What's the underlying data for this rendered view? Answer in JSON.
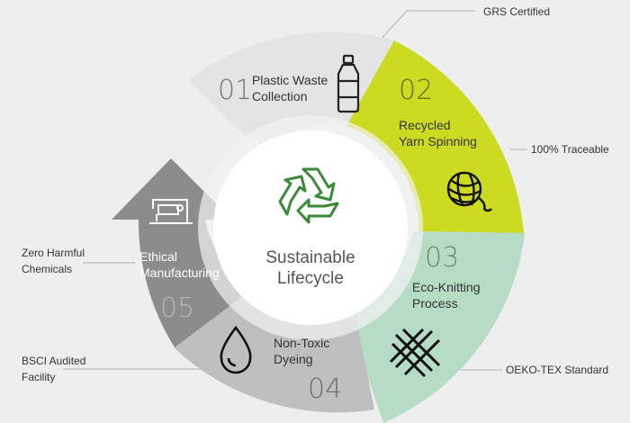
{
  "center": {
    "title_line1": "Sustainable",
    "title_line2": "Lifecycle",
    "icon": "recycle-icon"
  },
  "stages": [
    {
      "num": "01",
      "line1": "Plastic Waste",
      "line2": "Collection",
      "icon": "plastic-bottle-icon",
      "color": "#e4e4e4",
      "callout": "GRS Certified"
    },
    {
      "num": "02",
      "line1": "Recycled",
      "line2": "Yarn Spinning",
      "icon": "yarn-ball-icon",
      "color": "#ccda22",
      "callout": "100% Traceable"
    },
    {
      "num": "03",
      "line1": "Eco-Knitting",
      "line2": "Process",
      "icon": "knit-fabric-icon",
      "color": "#b6dcc6",
      "callout": "OEKO-TEX Standard"
    },
    {
      "num": "04",
      "line1": "Non-Toxic",
      "line2": "Dyeing",
      "icon": "dye-drop-icon",
      "color": "#bfbfbf",
      "callout": "BSCI Audited Facility"
    },
    {
      "num": "05",
      "line1": "Ethical",
      "line2": "Manufacturing",
      "icon": "sewing-machine-icon",
      "color": "#8c8c8c",
      "callout": "Zero Harmful Chemicals"
    }
  ],
  "callouts": {
    "grs": "GRS Certified",
    "traceable": "100% Traceable",
    "oeko": "OEKO-TEX Standard",
    "bsci_line1": "BSCI Audited",
    "bsci_line2": "Facility",
    "zero_line1": "Zero Harmful",
    "zero_line2": "Chemicals"
  }
}
